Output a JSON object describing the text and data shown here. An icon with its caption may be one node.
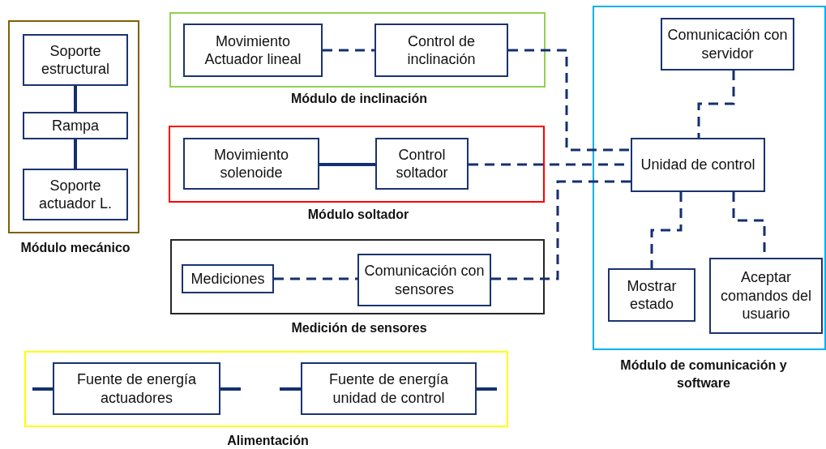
{
  "diagram": {
    "nodes": [
      {
        "text": [
          "Módulo mecánico"
        ]
      },
      {
        "text": [
          "Soporte estructural"
        ],
        "in": 0
      },
      {
        "text": [
          "Rampa"
        ],
        "in": 0
      },
      {
        "text": [
          "Soporte actuador L."
        ],
        "in": 0
      },
      {
        "text": [
          "Módulo de inclinación"
        ]
      },
      {
        "text": [
          "Movimiento Actuador lineal"
        ],
        "in": 4
      },
      {
        "text": [
          "Control de inclinación"
        ],
        "in": 4
      },
      {
        "text": [
          "Módulo soltador"
        ]
      },
      {
        "text": [
          "Movimiento solenoide"
        ],
        "in": 7
      },
      {
        "text": [
          "Control soltador"
        ],
        "in": 7
      },
      {
        "text": [
          "Medición de sensores"
        ]
      },
      {
        "text": [
          "Mediciones"
        ],
        "in": 10
      },
      {
        "text": [
          "Comunicación con sensores"
        ],
        "in": 10
      },
      {
        "text": [
          "Alimentación"
        ]
      },
      {
        "text": [
          "Fuente de energía actuadores"
        ],
        "in": 13
      },
      {
        "text": [
          "Fuente de energía unidad de control"
        ],
        "in": 13
      },
      {
        "text": [
          "Módulo de comunicación y software"
        ]
      },
      {
        "text": [
          "Comunicación con servidor"
        ],
        "in": 16
      },
      {
        "text": [
          "Unidad de control"
        ],
        "in": 16
      },
      {
        "text": [
          "Mostrar estado"
        ],
        "in": 16
      },
      {
        "text": [
          "Aceptar comandos del usuario"
        ],
        "in": 16
      }
    ],
    "edges": [
      {
        "from": 1,
        "to": 2,
        "arrow": "none"
      },
      {
        "from": 2,
        "to": 3,
        "arrow": "none"
      },
      {
        "from": 5,
        "to": 6,
        "arrow": "none",
        "style": "dashed"
      },
      {
        "from": 6,
        "to": 18,
        "arrow": "none",
        "style": "dashed"
      },
      {
        "from": 8,
        "to": 9,
        "arrow": "none"
      },
      {
        "from": 9,
        "to": 18,
        "arrow": "none",
        "style": "dashed"
      },
      {
        "from": 11,
        "to": 12,
        "arrow": "none",
        "style": "dashed"
      },
      {
        "from": 12,
        "to": 18,
        "arrow": "none",
        "style": "dashed"
      },
      {
        "from": 17,
        "to": 18,
        "arrow": "none",
        "style": "dashed"
      },
      {
        "from": 18,
        "to": 19,
        "arrow": "none",
        "style": "dashed"
      },
      {
        "from": 18,
        "to": 20,
        "arrow": "none",
        "style": "dashed"
      },
      {
        "from": null,
        "to": 14,
        "arrow": "none"
      },
      {
        "from": 14,
        "to": null,
        "arrow": "none"
      },
      {
        "from": null,
        "to": 15,
        "arrow": "none"
      },
      {
        "from": 15,
        "to": null,
        "arrow": "none"
      }
    ]
  }
}
